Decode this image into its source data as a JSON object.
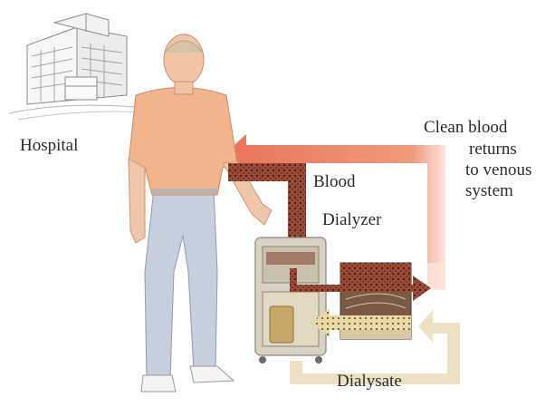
{
  "labels": {
    "hospital": "Hospital",
    "clean_blood": [
      "Clean blood",
      "returns",
      "to venous",
      "system"
    ],
    "blood": "Blood",
    "dialyzer": "Dialyzer",
    "dialysate": "Dialysate"
  },
  "colors": {
    "clean_blood_arrow": "#e8735a",
    "blood_arrow": "#9a4a36",
    "dialysate_arrow": "#e6d7ad",
    "dialysate_inflow_arrow": "#d8c59a",
    "shirt": "#f2b48c",
    "pants": "#c5cfde",
    "machine": "#d9d2c4"
  }
}
